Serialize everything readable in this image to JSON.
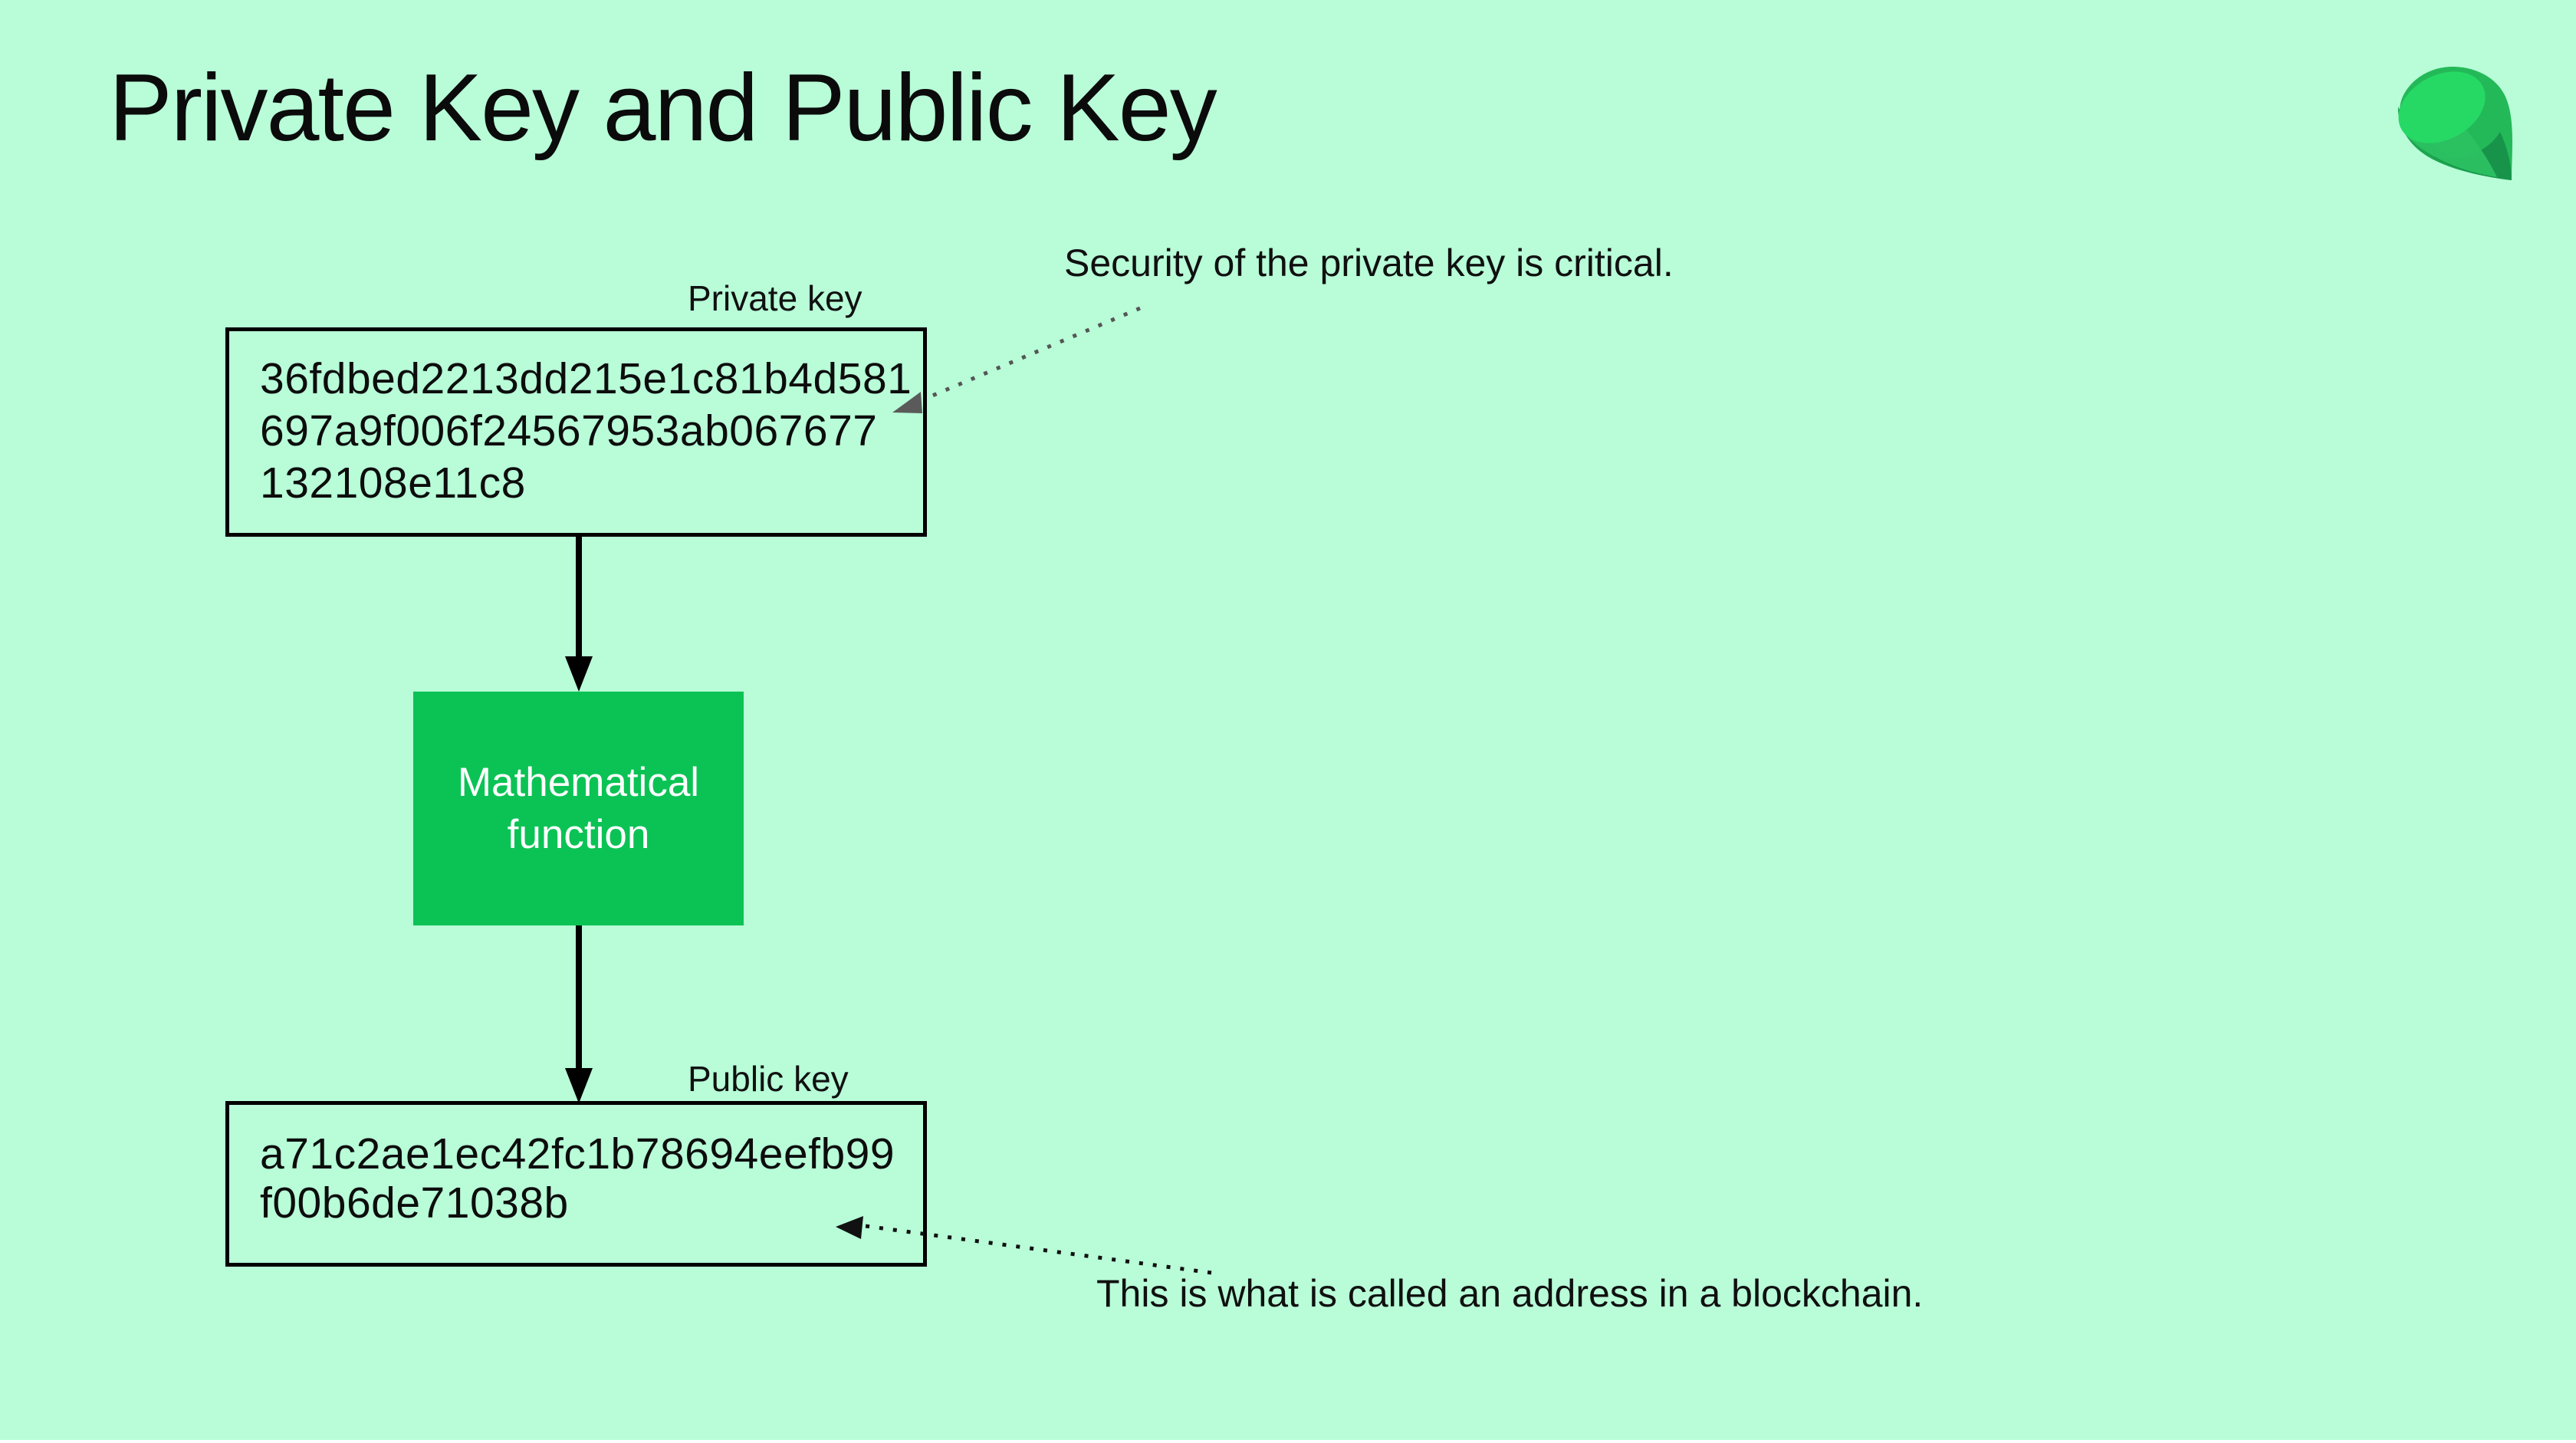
{
  "slide": {
    "title": "Private Key and Public Key",
    "background_color": "#b8fdd8"
  },
  "logo": {
    "name": "emerald-gem-logo",
    "colors": {
      "base": "#24b958",
      "shade": "#1da550",
      "dark": "#18944a",
      "sheen": "#2cc263",
      "bright": "#26d965"
    }
  },
  "diagram": {
    "private_key": {
      "label": "Private key",
      "value_lines": [
        "36fdbed2213dd215e1c81b4d581",
        "697a9f006f24567953ab067677",
        "132108e11c8"
      ]
    },
    "function_box": {
      "line1": "Mathematical",
      "line2": "function",
      "fill_color": "#0bc355",
      "text_color": "#ffffff"
    },
    "public_key": {
      "label": "Public key",
      "value_lines": [
        "a71c2ae1ec42fc1b78694eefb99",
        "f00b6de71038b"
      ]
    },
    "annotations": {
      "private_note": "Security of the private key is critical.",
      "public_note": "This is what is called an address in a blockchain."
    },
    "connector_colors": {
      "solid_arrow": "#000000",
      "dotted_private_note": "#555555",
      "dotted_public_note": "#111111"
    }
  }
}
